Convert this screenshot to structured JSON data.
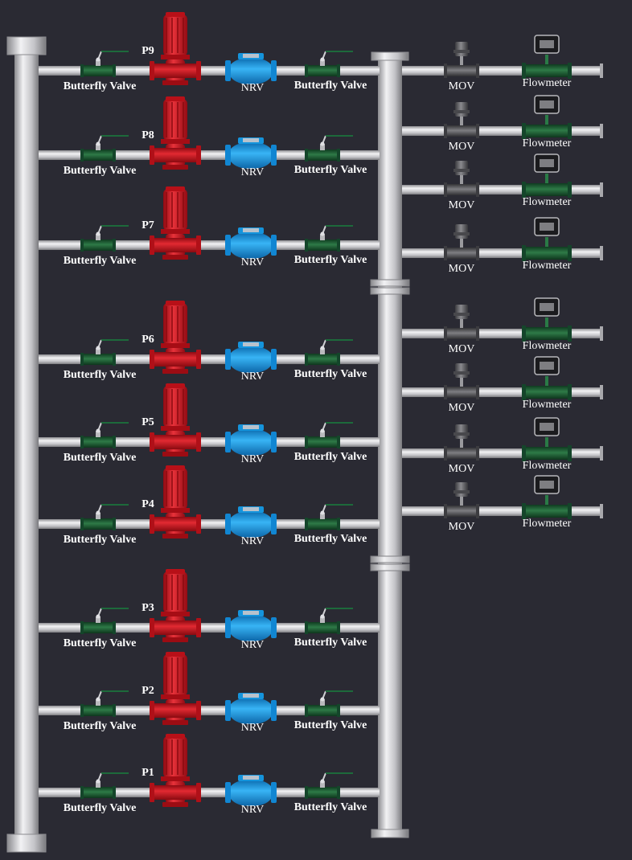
{
  "labels": {
    "butterfly_valve": "Butterfly Valve",
    "nrv": "NRV",
    "mov": "MOV",
    "flowmeter": "Flowmeter"
  },
  "pump_lines": [
    {
      "pump": "P9"
    },
    {
      "pump": "P8"
    },
    {
      "pump": "P7"
    },
    {
      "pump": "P6"
    },
    {
      "pump": "P5"
    },
    {
      "pump": "P4"
    },
    {
      "pump": "P3"
    },
    {
      "pump": "P2"
    },
    {
      "pump": "P1"
    }
  ],
  "outlet_branch_count": 8,
  "colors": {
    "background": "#2a2a33",
    "pipe": "#c9c9cb",
    "pump_red": "#c8141e",
    "nrv_blue": "#1e9be6",
    "valve_green": "#1f5a34",
    "mov_grey": "#5a5a5e",
    "label_white": "#ffffff"
  }
}
